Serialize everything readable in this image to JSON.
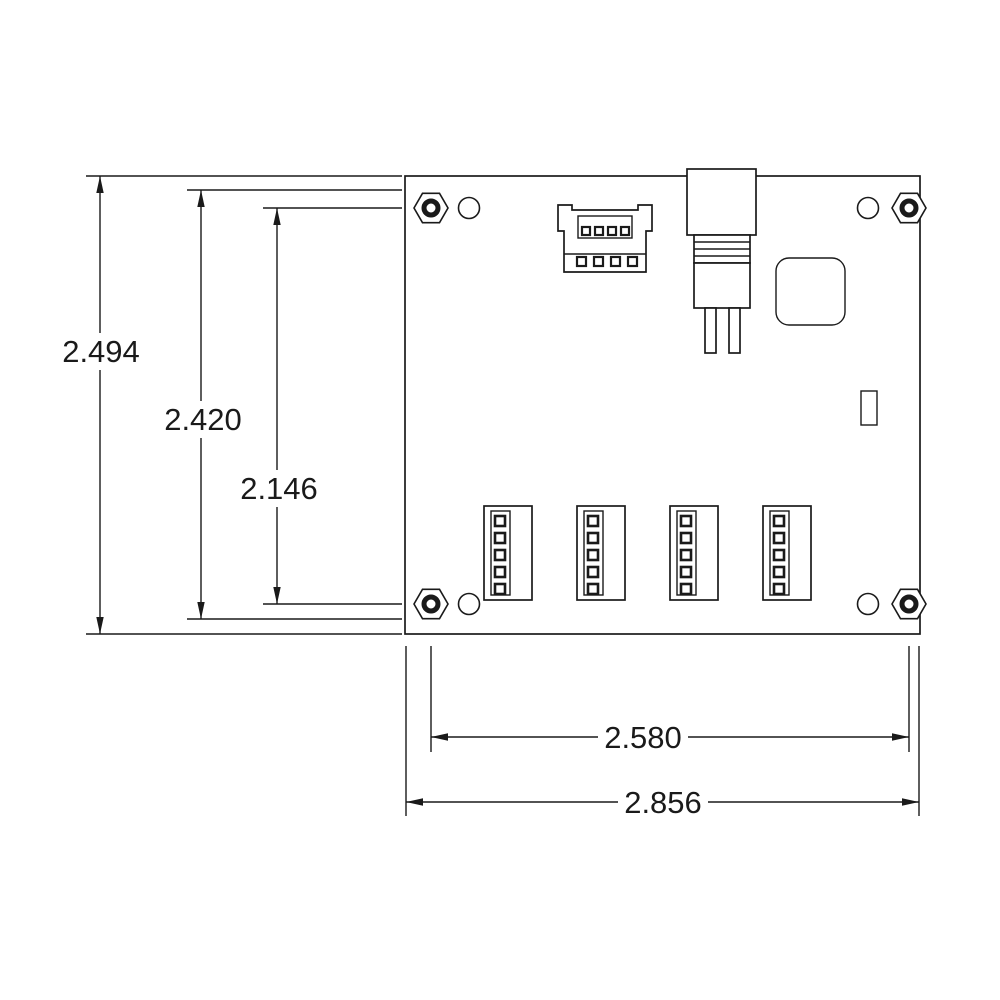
{
  "drawing": {
    "background_color": "#ffffff",
    "line_color": "#1a1a1a",
    "dimension_labels": {
      "board_height": "2.494",
      "outer_vertical_span": "2.420",
      "hole_pitch_vertical": "2.146",
      "hole_pitch_horizontal": "2.580",
      "board_width": "2.856"
    }
  }
}
